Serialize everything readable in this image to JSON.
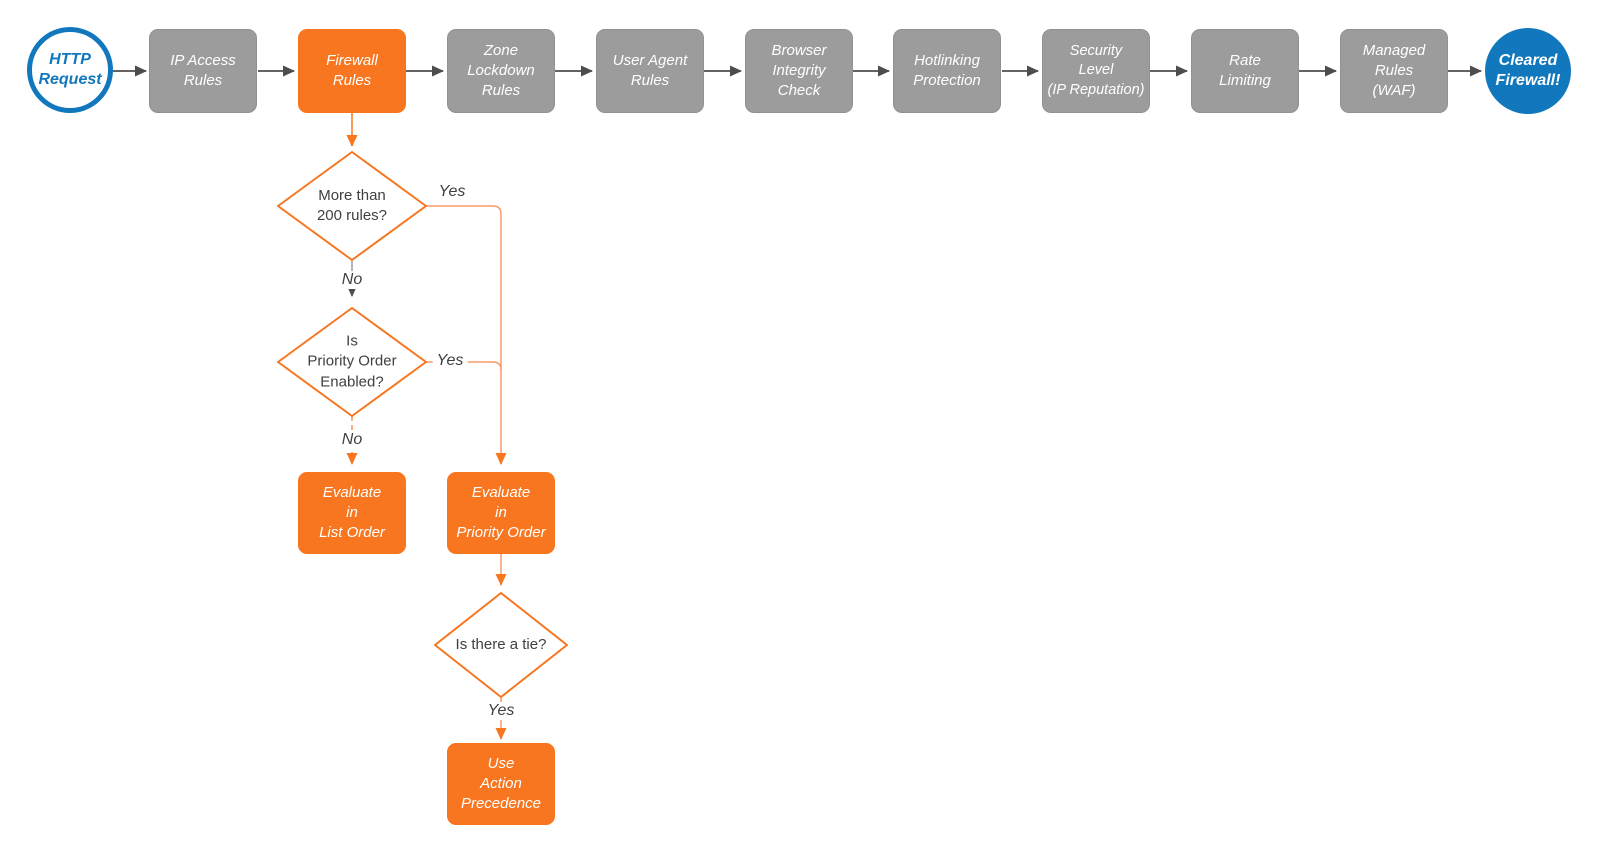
{
  "colors": {
    "orange": "#F7761F",
    "orange_light_connector": "#F59B68",
    "gray_node_fill": "#9C9C9C",
    "gray_node_border": "#868686",
    "blue": "#1278BD",
    "connector_dark": "#4D4D4D",
    "connector_gray": "#9E9E9E",
    "label_text": "#3F3F3F",
    "node_text": "#FFFFFF"
  },
  "nodes": {
    "http_request": {
      "type": "start",
      "label": "HTTP\nRequest"
    },
    "ip_access_rules": {
      "type": "process",
      "label": "IP Access\nRules"
    },
    "firewall_rules": {
      "type": "process-highlighted",
      "label": "Firewall\nRules"
    },
    "zone_lockdown_rules": {
      "type": "process",
      "label": "Zone\nLockdown\nRules"
    },
    "user_agent_rules": {
      "type": "process",
      "label": "User Agent\nRules"
    },
    "browser_integrity_check": {
      "type": "process",
      "label": "Browser\nIntegrity\nCheck"
    },
    "hotlinking_protection": {
      "type": "process",
      "label": "Hotlinking\nProtection"
    },
    "security_level": {
      "type": "process",
      "label": "Security\nLevel\n(IP Reputation)"
    },
    "rate_limiting": {
      "type": "process",
      "label": "Rate\nLimiting"
    },
    "managed_rules_waf": {
      "type": "process",
      "label": "Managed\nRules\n(WAF)"
    },
    "cleared_firewall": {
      "type": "end",
      "label": "Cleared\nFirewall!"
    },
    "more_than_200_rules": {
      "type": "decision",
      "label": "More than\n200 rules?"
    },
    "priority_order_enabled": {
      "type": "decision",
      "label": "Is\nPriority Order\nEnabled?"
    },
    "evaluate_list_order": {
      "type": "action",
      "label": "Evaluate\nin\nList Order"
    },
    "evaluate_priority_order": {
      "type": "action",
      "label": "Evaluate\nin\nPriority Order"
    },
    "is_there_a_tie": {
      "type": "decision",
      "label": "Is there a tie?"
    },
    "use_action_precedence": {
      "type": "action",
      "label": "Use\nAction\nPrecedence"
    }
  },
  "edge_labels": {
    "more_than_200_yes": "Yes",
    "more_than_200_no": "No",
    "priority_enabled_yes": "Yes",
    "priority_enabled_no": "No",
    "tie_yes": "Yes"
  },
  "edges": [
    {
      "from": "http_request",
      "to": "ip_access_rules"
    },
    {
      "from": "ip_access_rules",
      "to": "firewall_rules"
    },
    {
      "from": "firewall_rules",
      "to": "zone_lockdown_rules"
    },
    {
      "from": "zone_lockdown_rules",
      "to": "user_agent_rules"
    },
    {
      "from": "user_agent_rules",
      "to": "browser_integrity_check"
    },
    {
      "from": "browser_integrity_check",
      "to": "hotlinking_protection"
    },
    {
      "from": "hotlinking_protection",
      "to": "security_level"
    },
    {
      "from": "security_level",
      "to": "rate_limiting"
    },
    {
      "from": "rate_limiting",
      "to": "managed_rules_waf"
    },
    {
      "from": "managed_rules_waf",
      "to": "cleared_firewall"
    },
    {
      "from": "firewall_rules",
      "to": "more_than_200_rules"
    },
    {
      "from": "more_than_200_rules",
      "to": "priority_order_enabled",
      "label": "No"
    },
    {
      "from": "more_than_200_rules",
      "to": "evaluate_priority_order",
      "label": "Yes"
    },
    {
      "from": "priority_order_enabled",
      "to": "evaluate_list_order",
      "label": "No"
    },
    {
      "from": "priority_order_enabled",
      "to": "evaluate_priority_order",
      "label": "Yes"
    },
    {
      "from": "evaluate_priority_order",
      "to": "is_there_a_tie"
    },
    {
      "from": "is_there_a_tie",
      "to": "use_action_precedence",
      "label": "Yes"
    }
  ]
}
